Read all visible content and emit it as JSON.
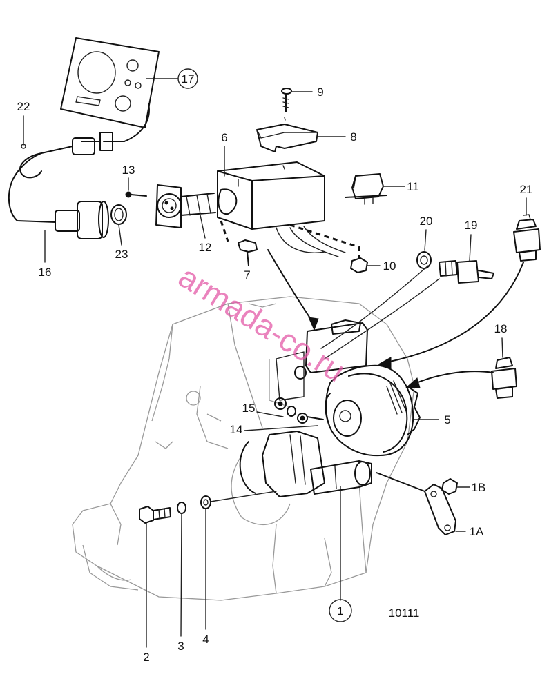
{
  "watermark": "armada-co.ru",
  "figure_number": "10111",
  "callouts": {
    "c1": "1",
    "c1A": "1A",
    "c1B": "1B",
    "c2": "2",
    "c3": "3",
    "c4": "4",
    "c5": "5",
    "c6": "6",
    "c7": "7",
    "c8": "8",
    "c9": "9",
    "c10": "10",
    "c11": "11",
    "c12": "12",
    "c13": "13",
    "c14": "14",
    "c15": "15",
    "c16": "16",
    "c17": "17",
    "c18": "18",
    "c19": "19",
    "c20": "20",
    "c21": "21",
    "c22": "22",
    "c23": "23"
  }
}
